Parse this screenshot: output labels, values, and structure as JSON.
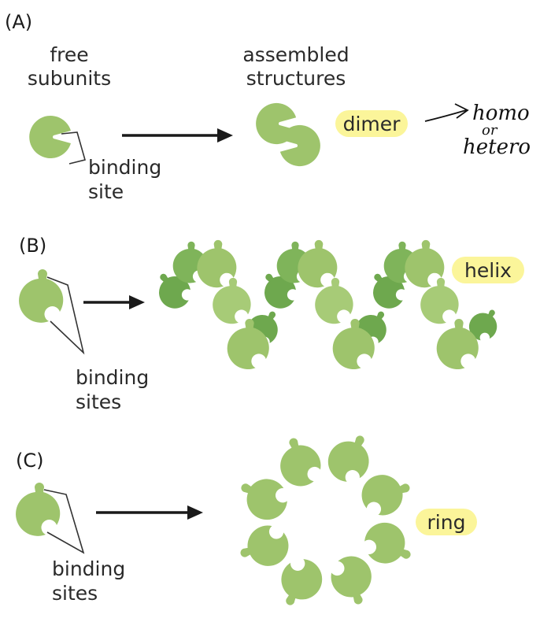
{
  "panels": {
    "a": {
      "letter": "(A)",
      "free_label": [
        "free",
        "subunits"
      ],
      "assembled_label": [
        "assembled",
        "structures"
      ],
      "binding_label": [
        "binding",
        "site"
      ],
      "structure_label": "dimer"
    },
    "b": {
      "letter": "(B)",
      "binding_label": [
        "binding",
        "sites"
      ],
      "structure_label": "helix"
    },
    "c": {
      "letter": "(C)",
      "binding_label": [
        "binding",
        "sites"
      ],
      "structure_label": "ring"
    }
  },
  "annotation": {
    "line1": "homo",
    "line2": "or",
    "line3": "hetero"
  },
  "colors": {
    "subunit": "#9ec46c",
    "subunit_dark": "#6ea84e",
    "highlight": "#fbf59a"
  }
}
